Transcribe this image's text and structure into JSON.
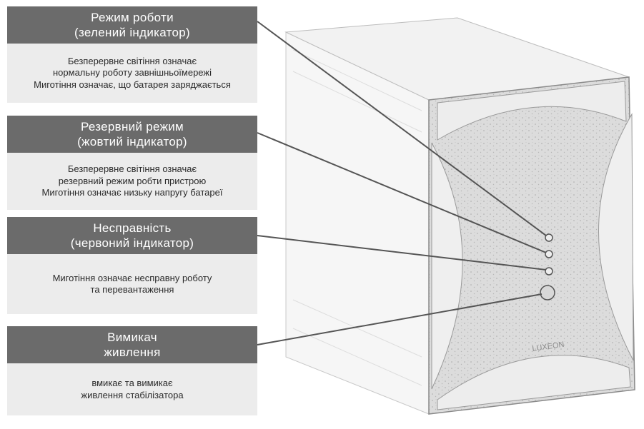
{
  "callouts": [
    {
      "title": [
        "Режим роботи",
        "(зелений індикатор)"
      ],
      "description": [
        "Безперервне світіння означає",
        "нормальну роботу завнішньоїмережі",
        "Миготіння означає, що батарея заряджається"
      ]
    },
    {
      "title": [
        "Резервний режим",
        "(жовтий індикатор)"
      ],
      "description": [
        "Безперервне світіння означає",
        "резервний режим робти пристрою",
        "Миготіння означає низьку напругу батареї"
      ]
    },
    {
      "title": [
        "Несправність",
        "(червоний індикатор)"
      ],
      "description": [
        "Миготіння означає несправну роботу",
        "та перевантаження"
      ]
    },
    {
      "title": [
        "Вимикач",
        "живлення"
      ],
      "description": [
        "вмикає та вимикає",
        "живлення стабілізатора"
      ]
    }
  ],
  "brand_mark": "LUXEON",
  "colors": {
    "header_bg": "#6b6b6b",
    "body_bg": "#ececec",
    "leader_line": "#555555"
  }
}
